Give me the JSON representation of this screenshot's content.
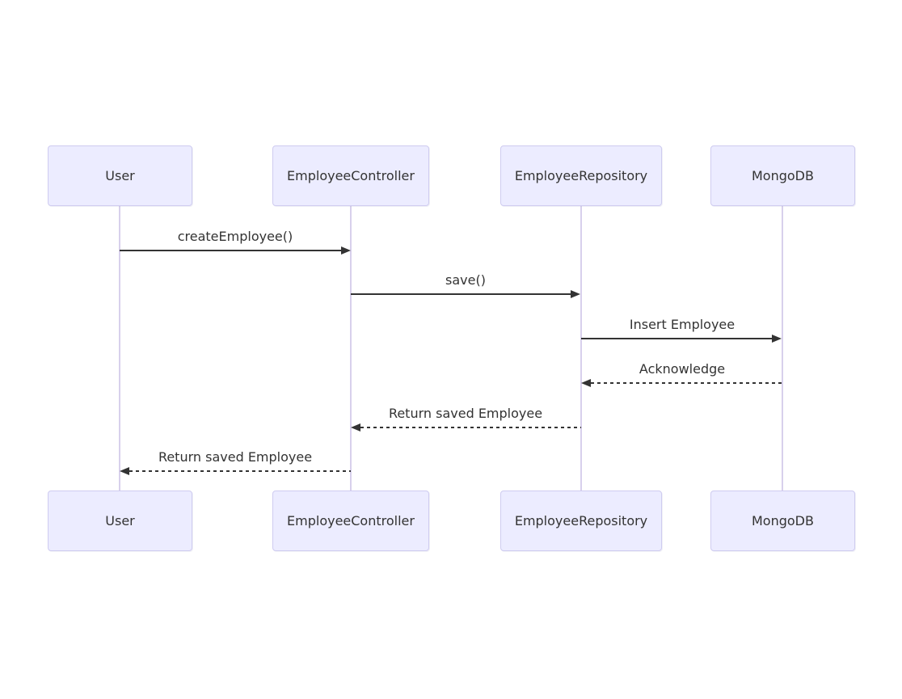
{
  "diagram": {
    "type": "sequence-diagram",
    "actors": [
      {
        "label": "User"
      },
      {
        "label": "EmployeeController"
      },
      {
        "label": "EmployeeRepository"
      },
      {
        "label": "MongoDB"
      }
    ],
    "messages": [
      {
        "text": "createEmployee()",
        "from": "User",
        "to": "EmployeeController",
        "style": "solid"
      },
      {
        "text": "save()",
        "from": "EmployeeController",
        "to": "EmployeeRepository",
        "style": "solid"
      },
      {
        "text": "Insert Employee",
        "from": "EmployeeRepository",
        "to": "MongoDB",
        "style": "solid"
      },
      {
        "text": "Acknowledge",
        "from": "MongoDB",
        "to": "EmployeeRepository",
        "style": "dashed"
      },
      {
        "text": "Return saved Employee",
        "from": "EmployeeRepository",
        "to": "EmployeeController",
        "style": "dashed"
      },
      {
        "text": "Return saved Employee",
        "from": "EmployeeController",
        "to": "User",
        "style": "dashed"
      }
    ],
    "colors": {
      "background": "#FFFFFF",
      "actor_fill": "#ECECFF",
      "actor_border": "#CFCCF0",
      "lifeline": "#D8D0EC",
      "arrow": "#333333",
      "text": "#333333"
    }
  }
}
